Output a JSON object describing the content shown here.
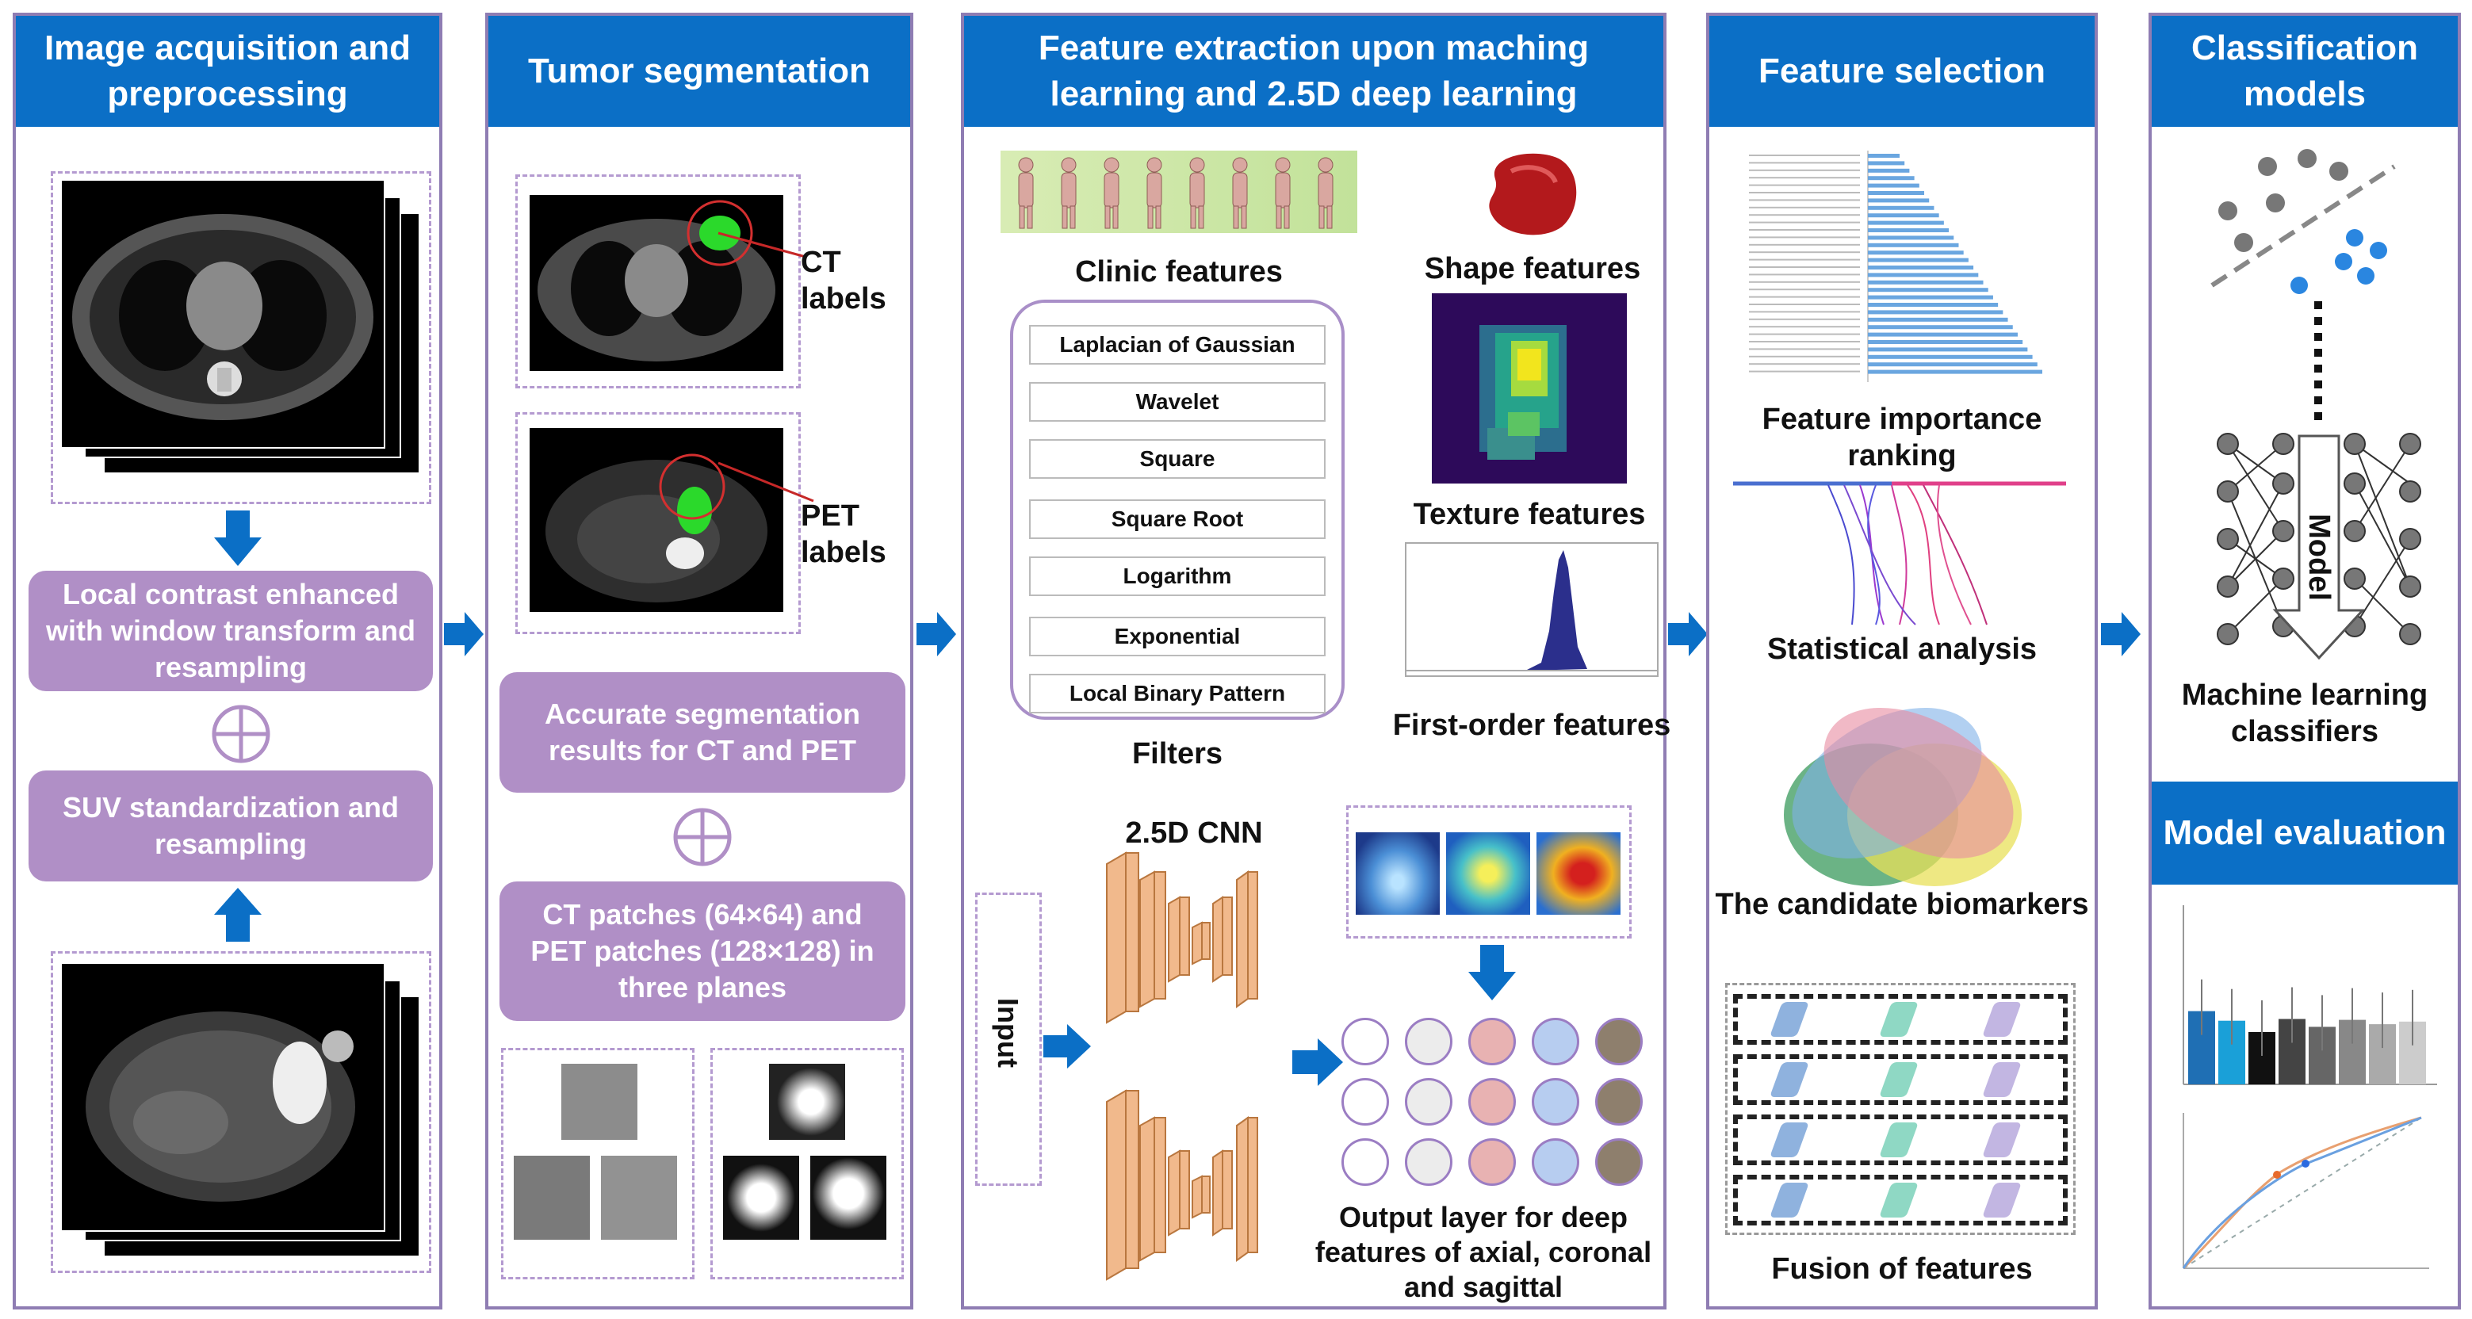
{
  "panels": [
    {
      "id": "p1",
      "title": "Image acquisition and preprocessing"
    },
    {
      "id": "p2",
      "title": "Tumor segmentation"
    },
    {
      "id": "p3",
      "title": "Feature extraction upon maching learning and 2.5D deep learning"
    },
    {
      "id": "p4",
      "title": "Feature selection"
    },
    {
      "id": "p5",
      "title": "Classification models"
    }
  ],
  "preprocessing": {
    "step1": "Local contrast enhanced with window transform and resampling",
    "step2": "SUV standardization and resampling"
  },
  "segmentation": {
    "ct_label": "CT labels",
    "pet_label": "PET labels",
    "result": "Accurate segmentation results for CT and PET",
    "patches": "CT patches (64×64) and PET patches (128×128) in three planes"
  },
  "extraction": {
    "clinic": "Clinic features",
    "shape": "Shape features",
    "texture": "Texture features",
    "first_order": "First-order features",
    "filters_label": "Filters",
    "filters": [
      "Laplacian of Gaussian",
      "Wavelet",
      "Square",
      "Square Root",
      "Logarithm",
      "Exponential",
      "Local Binary Pattern"
    ],
    "cnn_label": "2.5D CNN",
    "input_label": "Input",
    "output_label": "Output layer for deep features of axial, coronal and sagittal"
  },
  "selection": {
    "importance": "Feature importance ranking",
    "statistical": "Statistical analysis",
    "biomarkers": "The candidate biomarkers",
    "fusion": "Fusion of features"
  },
  "classification": {
    "model_word": "Model",
    "ml_label": "Machine learning classifiers",
    "eval_title": "Model evaluation"
  },
  "colors": {
    "header_blue": "#0b6fc6",
    "pill_purple": "#b08fc6",
    "panel_border": "#8f7db3",
    "arrow_blue": "#0b6fc6",
    "cnn_orange": "#f1b98c"
  },
  "bar_values": [
    0.84,
    0.73,
    0.6,
    0.75,
    0.66,
    0.74,
    0.69,
    0.72
  ]
}
